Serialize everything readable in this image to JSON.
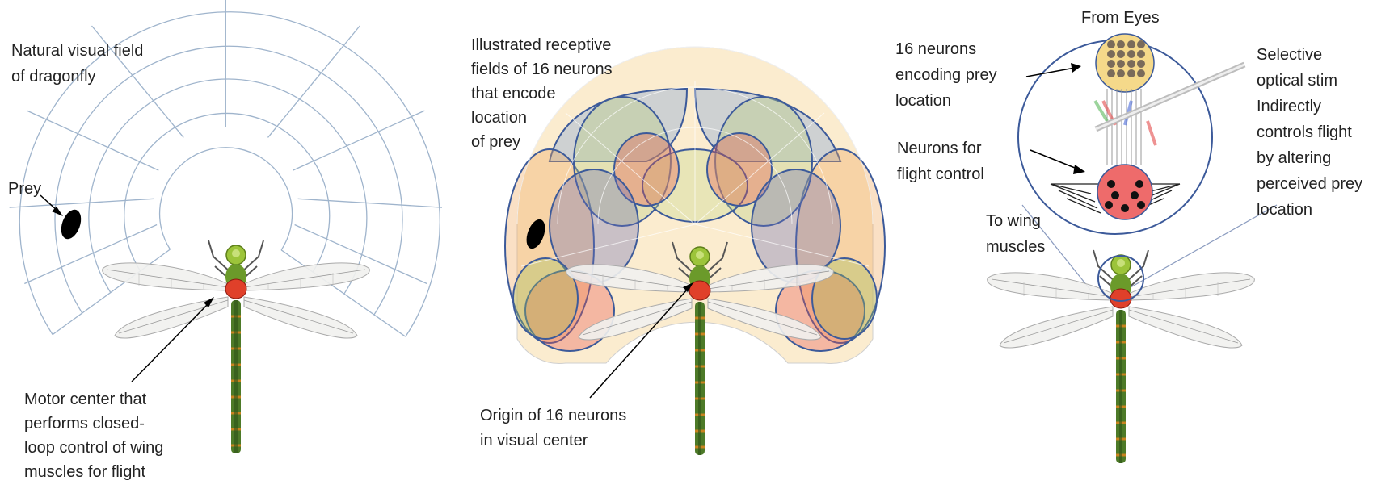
{
  "panel_left": {
    "title": "Natural visual field\nof dragonfly",
    "prey_label": "Prey",
    "motor_label": "Motor center that\nperforms closed-\nloop control of wing\nmuscles for flight"
  },
  "panel_middle": {
    "title": "Illustrated receptive\nfields of 16 neurons\nthat encode\nlocation\nof prey",
    "origin_label": "Origin of 16 neurons\nin visual center"
  },
  "panel_right": {
    "from_eyes": "From Eyes",
    "encoding_label": "16 neurons\nencoding prey\nlocation",
    "flight_label": "Neurons for\nflight control",
    "optical_label": "Selective\noptical stim\nIndirectly\ncontrols flight\nby altering\nperceived prey\nlocation",
    "wing_label": "To wing\nmuscles"
  },
  "colors": {
    "grid_line": "#9fb4cc",
    "field_outline": "#3c5a9a",
    "neuron_cluster_top": "#f5d98a",
    "neuron_cluster_bottom": "#ee6b6b",
    "dragonfly_thorax": "#e0402a",
    "dragonfly_head": "#9cc43a",
    "dragonfly_abdomen": "#4d7a28"
  }
}
